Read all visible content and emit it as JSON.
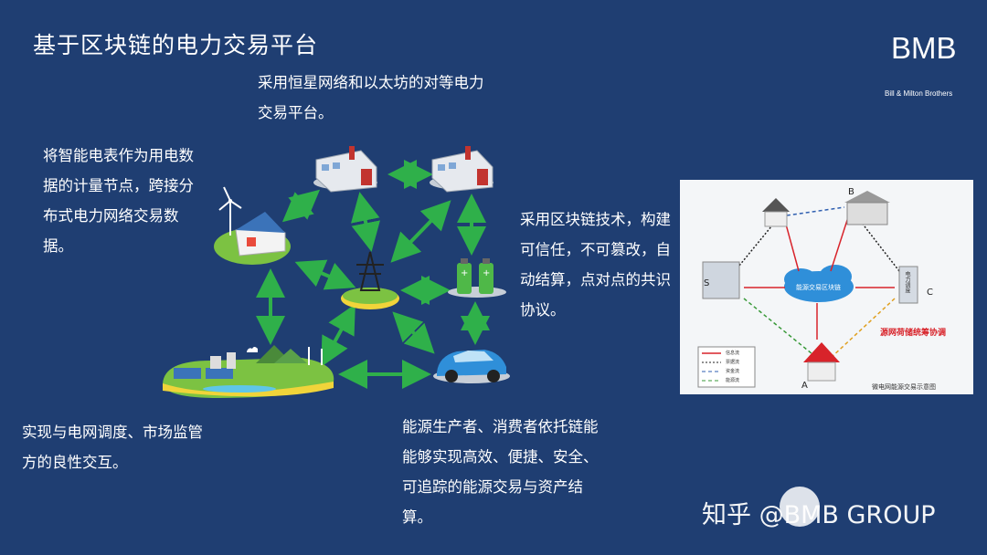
{
  "slide": {
    "title": "基于区块链的电力交易平台",
    "brand": "BMB",
    "brand_sub": "Bill & Milton Brothers",
    "text_top": "采用恒星网络和以太坊的对等电力交易平台。",
    "text_left": "将智能电表作为用电数据的计量节点，跨接分布式电力网络交易数据。",
    "text_right": "采用区块链技术，构建可信任，不可篡改，自动结算，点对点的共识协议。",
    "text_bottom_left": "实现与电网调度、市场监管方的良性交互。",
    "text_bottom_center": "能源生产者、消费者依托链能能够实现高效、便捷、安全、可追踪的能源交易与资产结算。",
    "watermark": "知乎 @BMB GROUP"
  },
  "inset": {
    "center_label": "能源交易区块链",
    "right_title": "源网荷储统筹协调",
    "caption": "微电网能源交易示意图",
    "nodes": [
      "A",
      "B",
      "C",
      "S"
    ],
    "tower_label": "电力调度",
    "legend": [
      "信息流",
      "票据流",
      "资金流",
      "能源流"
    ]
  },
  "colors": {
    "background": "#1f3e72",
    "arrow": "#2fb04a",
    "text": "#ffffff",
    "inset_red": "#d8232a"
  }
}
